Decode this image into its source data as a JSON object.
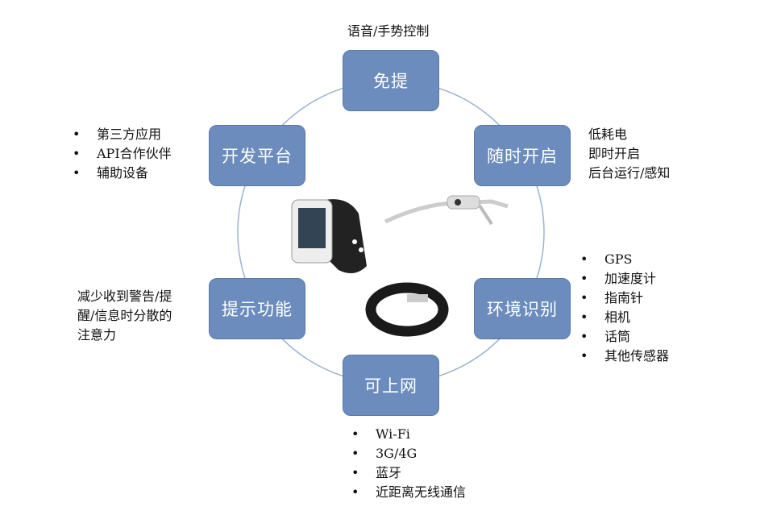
{
  "nodes": {
    "hands_free": {
      "label": "免提",
      "note": "语音/手势控制"
    },
    "always_on": {
      "label": "随时开启",
      "notes": [
        "低耗电",
        "即时开启",
        "后台运行/感知"
      ]
    },
    "environment": {
      "label": "环境识别",
      "bullets": [
        "GPS",
        "加速度计",
        "指南针",
        "相机",
        "话筒",
        "其他传感器"
      ]
    },
    "connectivity": {
      "label": "可上网",
      "bullets": [
        "Wi-Fi",
        "3G/4G",
        "蓝牙",
        "近距离无线通信"
      ]
    },
    "notification": {
      "label": "提示功能",
      "notes": [
        "减少收到警告/提",
        "醒/信息时分散的",
        "注意力"
      ]
    },
    "platform": {
      "label": "开发平台",
      "bullets": [
        "第三方应用",
        "API合作伙伴",
        "辅助设备"
      ]
    }
  },
  "colors": {
    "box": "#6b8cbd",
    "ring": "#9bb3cf"
  }
}
